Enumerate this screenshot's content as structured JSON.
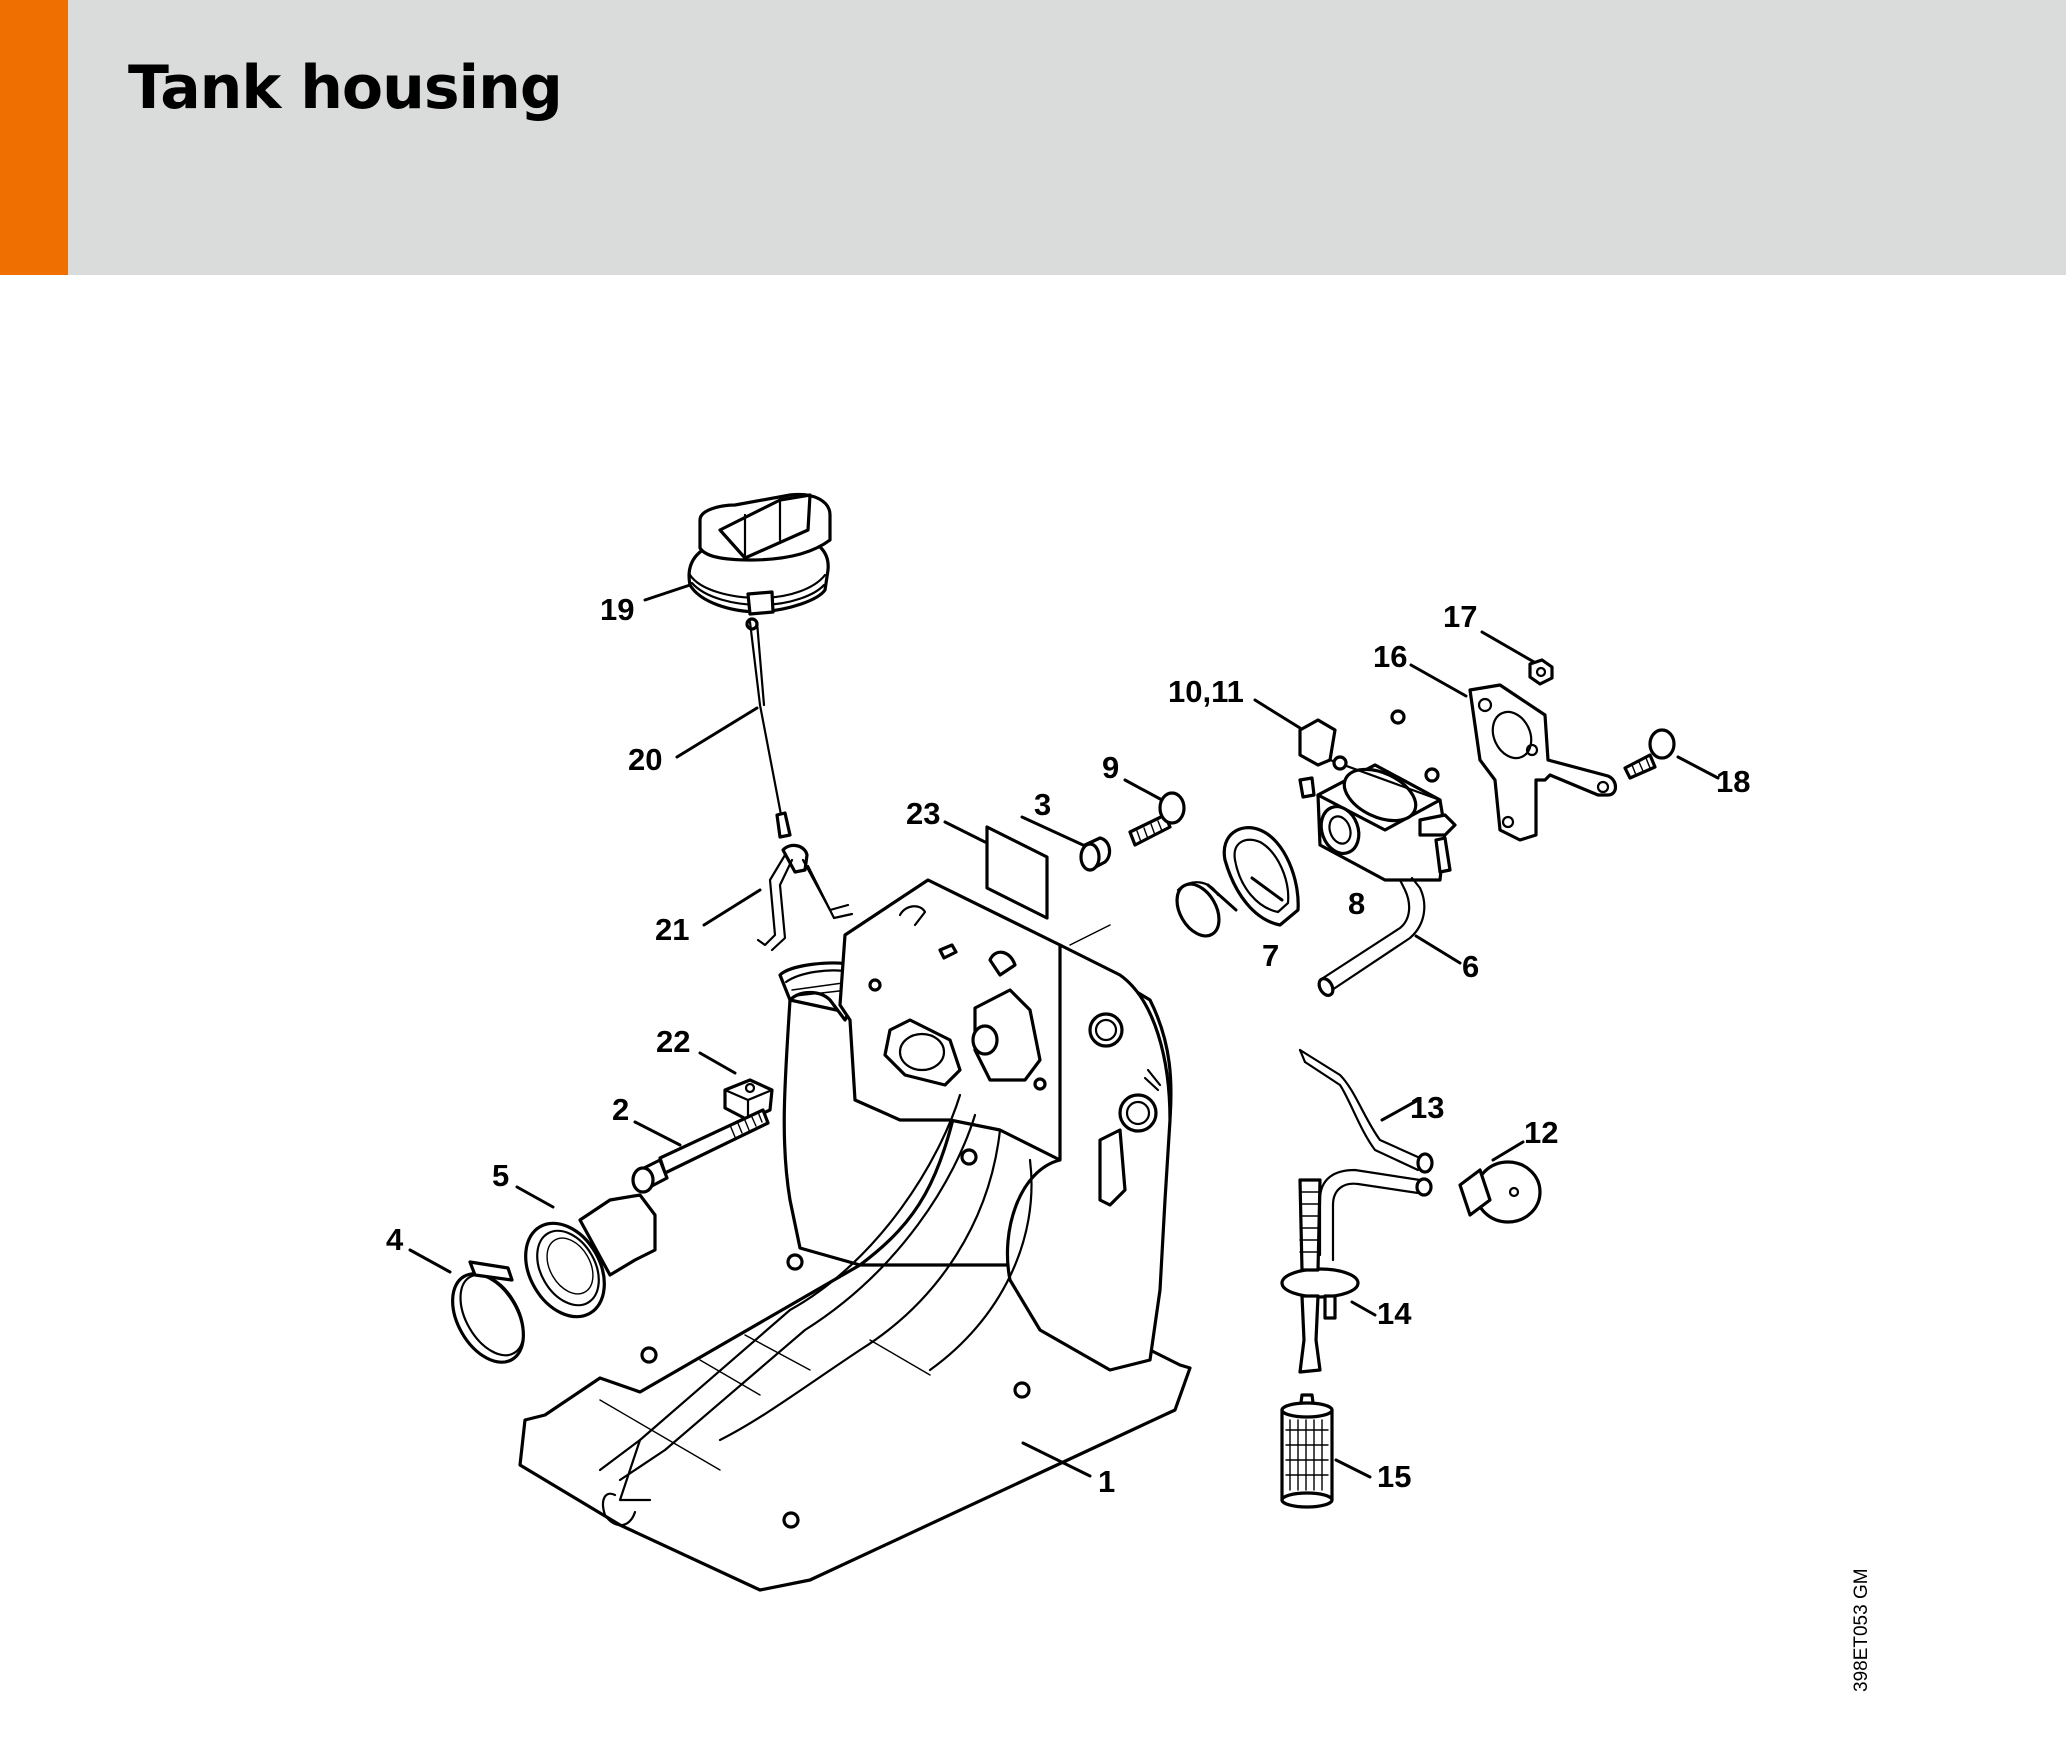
{
  "header": {
    "title": "Tank housing",
    "accent_color": "#EF7000",
    "background_color": "#DADCDB"
  },
  "diagram": {
    "reference_code": "398ET053 GM",
    "callouts": [
      {
        "id": "1",
        "label": "1",
        "part": "tank-housing"
      },
      {
        "id": "2",
        "label": "2",
        "part": "screw-long"
      },
      {
        "id": "3",
        "label": "3",
        "part": "sleeve"
      },
      {
        "id": "4",
        "label": "4",
        "part": "hose-clamp"
      },
      {
        "id": "5",
        "label": "5",
        "part": "intake-manifold"
      },
      {
        "id": "6",
        "label": "6",
        "part": "impulse-hose"
      },
      {
        "id": "7",
        "label": "7",
        "part": "plug"
      },
      {
        "id": "8",
        "label": "8",
        "part": "gasket"
      },
      {
        "id": "9",
        "label": "9",
        "part": "screw"
      },
      {
        "id": "10-11",
        "label": "10,11",
        "part": "carburetor"
      },
      {
        "id": "12",
        "label": "12",
        "part": "fuel-pump-bulb"
      },
      {
        "id": "13",
        "label": "13",
        "part": "fuel-hose"
      },
      {
        "id": "14",
        "label": "14",
        "part": "fuel-hose-grommet"
      },
      {
        "id": "15",
        "label": "15",
        "part": "fuel-filter"
      },
      {
        "id": "16",
        "label": "16",
        "part": "plate"
      },
      {
        "id": "17",
        "label": "17",
        "part": "nut"
      },
      {
        "id": "18",
        "label": "18",
        "part": "screw-short"
      },
      {
        "id": "19",
        "label": "19",
        "part": "filler-cap"
      },
      {
        "id": "20",
        "label": "20",
        "part": "cord"
      },
      {
        "id": "21",
        "label": "21",
        "part": "retainer"
      },
      {
        "id": "22",
        "label": "22",
        "part": "nut-square"
      },
      {
        "id": "23",
        "label": "23",
        "part": "label"
      }
    ]
  }
}
